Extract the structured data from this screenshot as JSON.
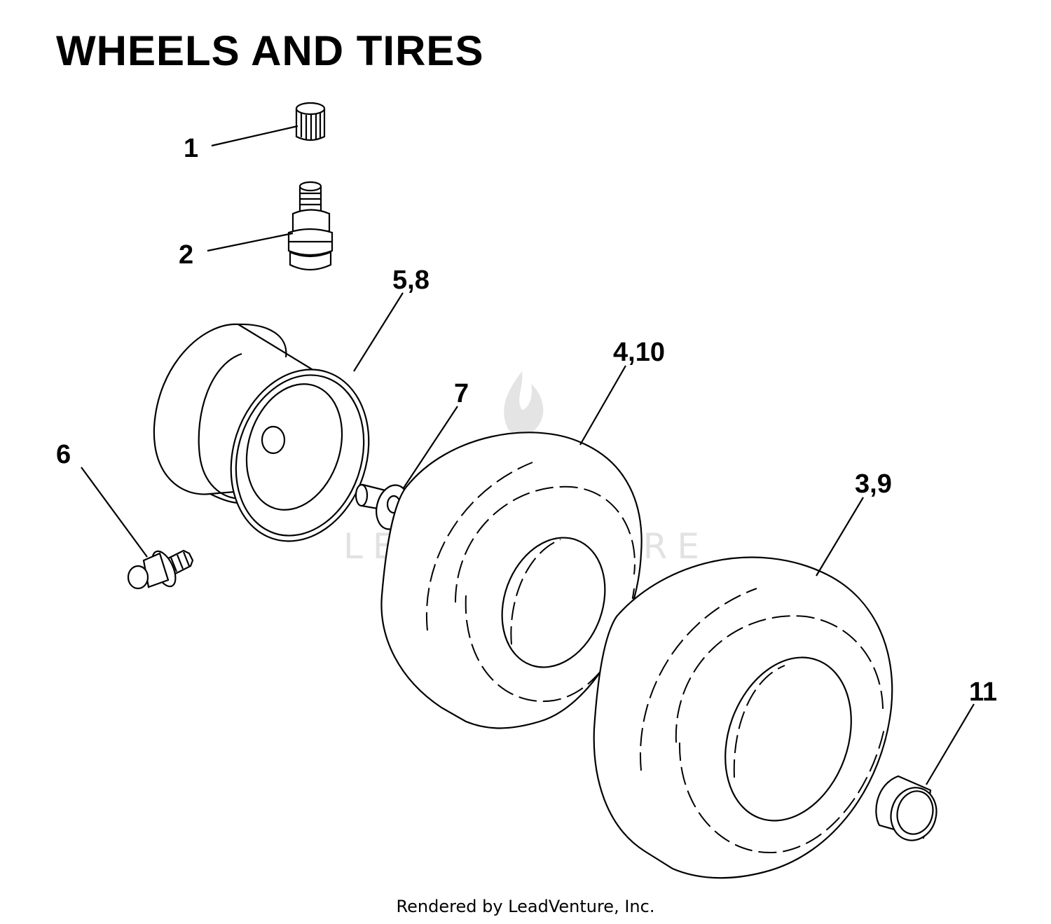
{
  "title": "WHEELS AND TIRES",
  "watermark": {
    "text": "LEADVENTURE",
    "logo": "leadventure-flame-logo",
    "color": "#e2e2e2"
  },
  "footer": "Rendered by LeadVenture, Inc.",
  "callouts": [
    {
      "id": "c1",
      "label": "1",
      "part": "valve-cap"
    },
    {
      "id": "c2",
      "label": "2",
      "part": "valve-stem"
    },
    {
      "id": "c58",
      "label": "5,8",
      "part": "wheel-rim"
    },
    {
      "id": "c6",
      "label": "6",
      "part": "grease-fitting"
    },
    {
      "id": "c7",
      "label": "7",
      "part": "flanged-bushing"
    },
    {
      "id": "c410",
      "label": "4,10",
      "part": "front-tire"
    },
    {
      "id": "c39",
      "label": "3,9",
      "part": "rear-tire"
    },
    {
      "id": "c11",
      "label": "11",
      "part": "hub-cap"
    }
  ]
}
